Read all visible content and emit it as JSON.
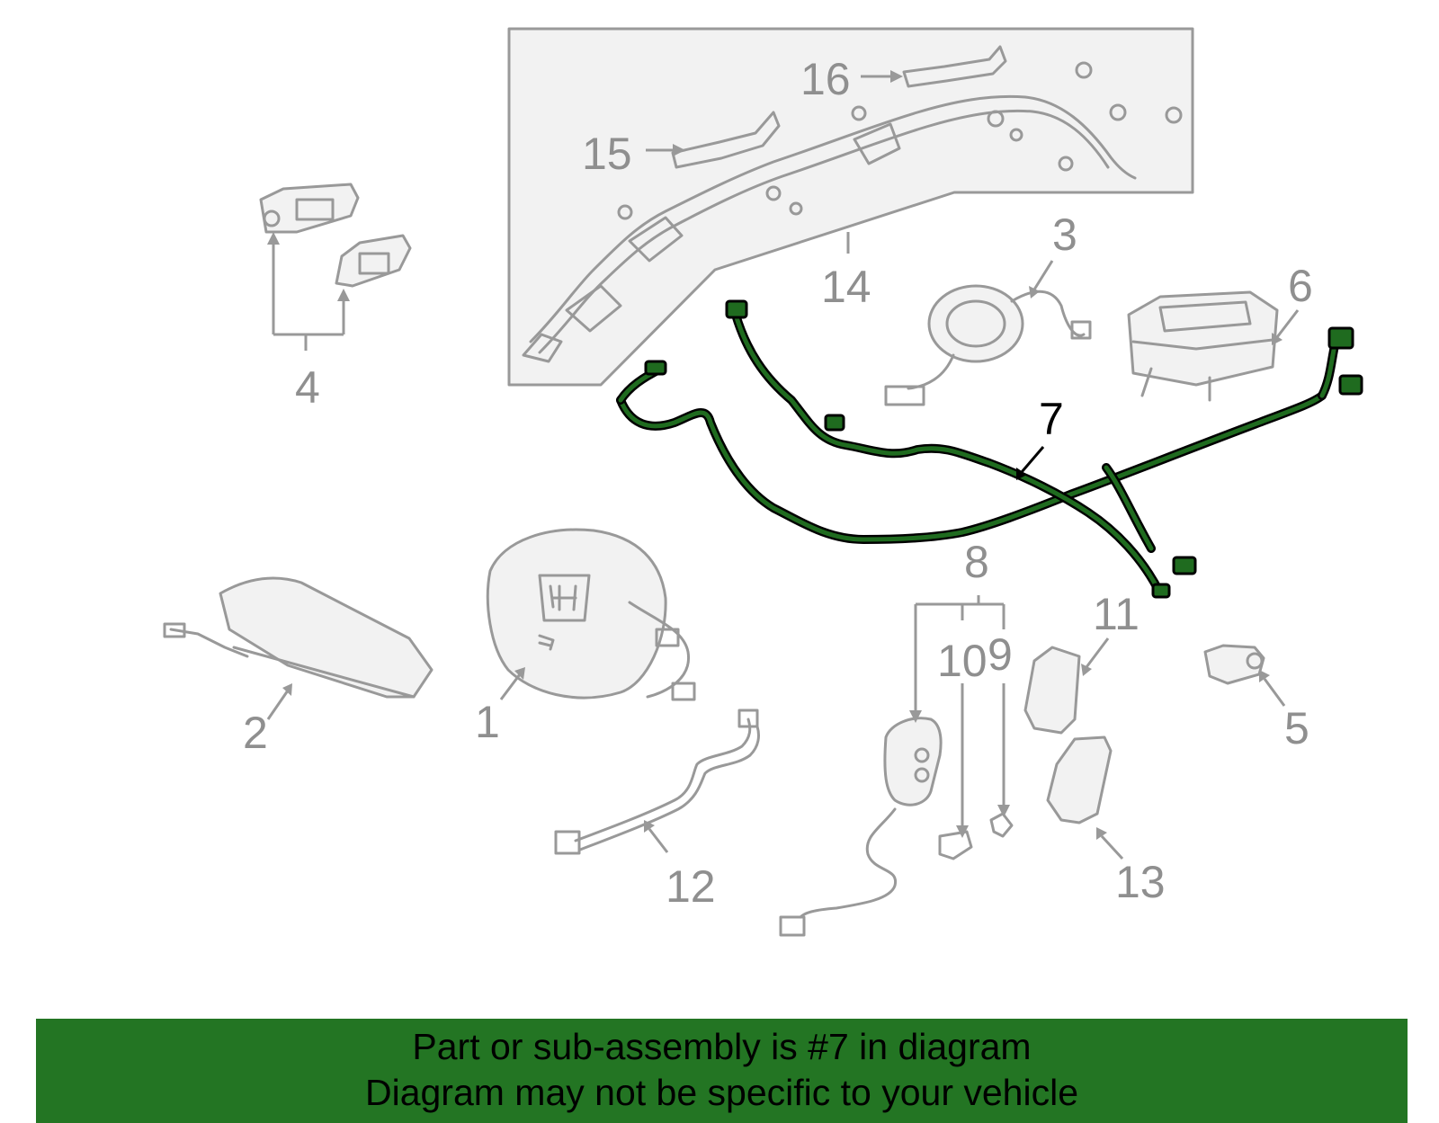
{
  "diagram": {
    "callouts": {
      "c1": "1",
      "c2": "2",
      "c3": "3",
      "c4": "4",
      "c5": "5",
      "c6": "6",
      "c7": "7",
      "c8": "8",
      "c10": "10",
      "c9": "9",
      "c11": "11",
      "c12": "12",
      "c13": "13",
      "c14": "14",
      "c15": "15",
      "c16": "16"
    },
    "highlight_part": "7",
    "colors": {
      "highlight": "#1f6b1f",
      "banner": "#237523",
      "lines": "#999999"
    }
  },
  "banner": {
    "line1": "Part or sub-assembly is #7 in diagram",
    "line2": "Diagram may not be specific to your vehicle"
  }
}
